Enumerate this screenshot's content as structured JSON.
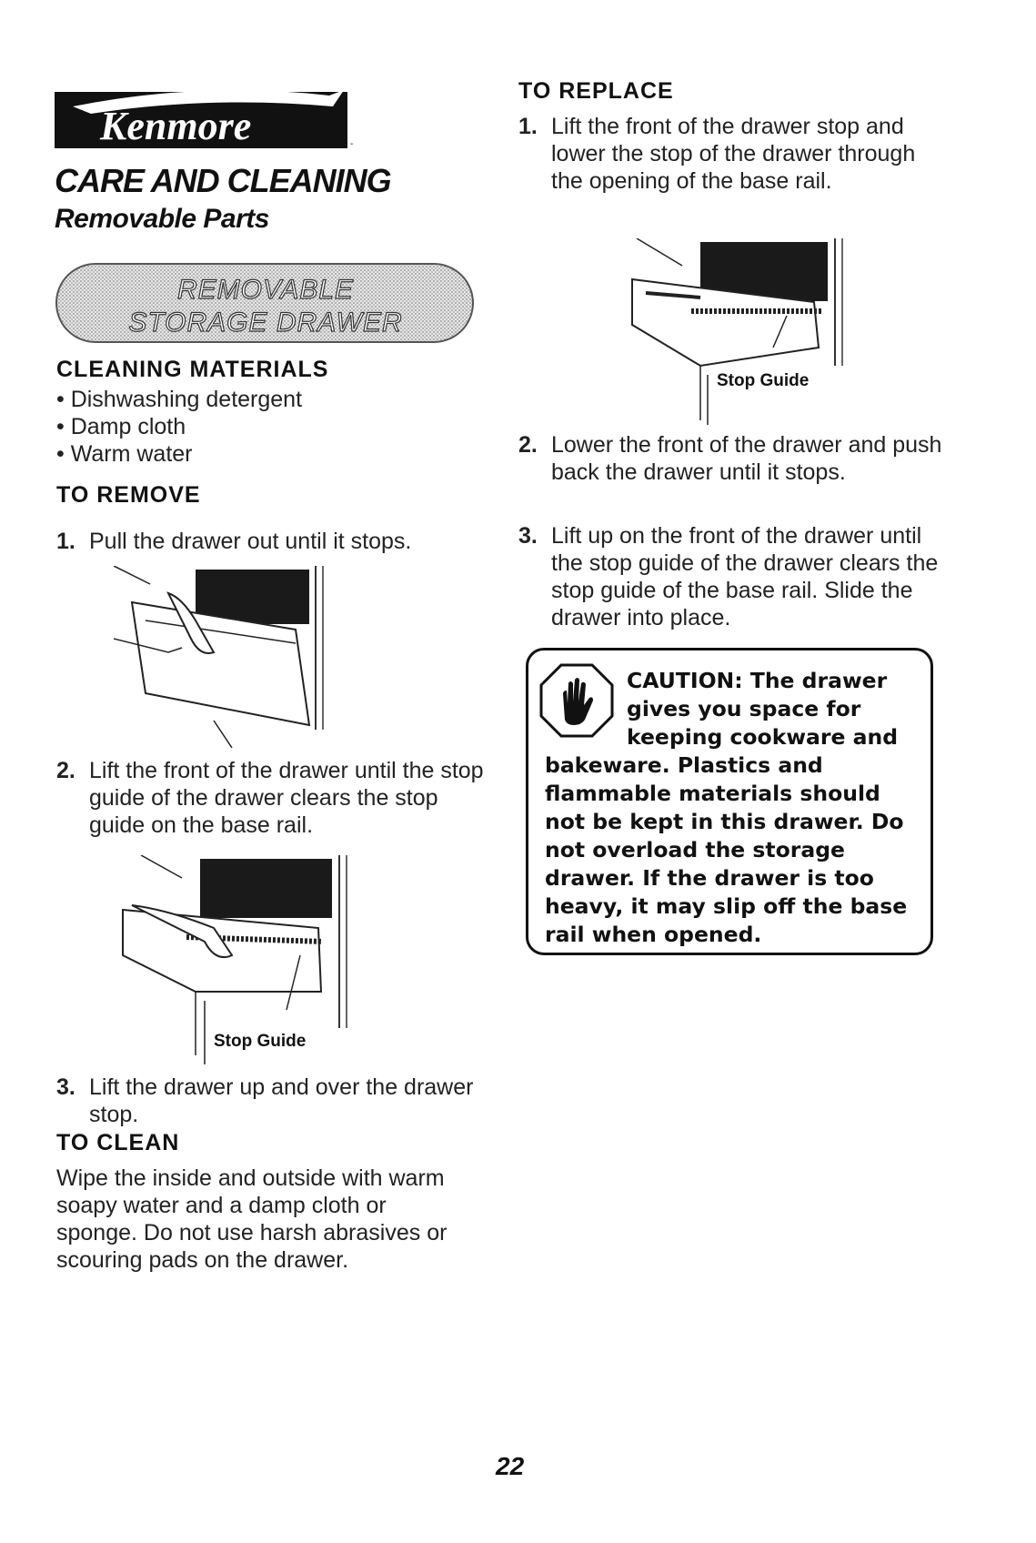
{
  "brand": {
    "logo_text": "Kenmore"
  },
  "header": {
    "title": "CARE AND CLEANING",
    "subtitle": "Removable Parts",
    "banner_line1": "REMOVABLE",
    "banner_line2": "STORAGE DRAWER"
  },
  "cleaning_materials": {
    "heading": "CLEANING MATERIALS",
    "items": [
      "• Dishwashing detergent",
      "• Damp cloth",
      "• Warm water"
    ]
  },
  "to_remove": {
    "heading": "TO REMOVE",
    "steps": [
      {
        "num": "1.",
        "text": "Pull the drawer out until it stops."
      },
      {
        "num": "2.",
        "text": "Lift the front of the drawer until the stop guide of the drawer clears the stop guide on the base rail."
      },
      {
        "num": "3.",
        "text": "Lift the drawer up and over the drawer stop."
      }
    ],
    "figure_label": "Stop Guide"
  },
  "to_clean": {
    "heading": "TO CLEAN",
    "text": "Wipe the inside and outside with warm soapy water and a damp cloth or sponge. Do not use harsh abrasives or scouring pads on the drawer."
  },
  "to_replace": {
    "heading": "TO REPLACE",
    "steps": [
      {
        "num": "1.",
        "text": "Lift the front of the drawer stop and lower the stop of the drawer through the opening of the base rail."
      },
      {
        "num": "2.",
        "text": "Lower the front of the drawer and push back the drawer until it stops."
      },
      {
        "num": "3.",
        "text": "Lift up on the front of the drawer until the stop guide of the drawer clears the stop guide of the base rail. Slide the drawer into place."
      }
    ],
    "figure_label": "Stop Guide"
  },
  "caution": {
    "text": "CAUTION: The drawer gives you space for keeping cookware and bakeware. Plastics and flammable materials should not be kept in this drawer. Do not overload the storage drawer. If the drawer is too heavy, it may slip off the base rail when opened."
  },
  "footer": {
    "page_number": "22"
  }
}
